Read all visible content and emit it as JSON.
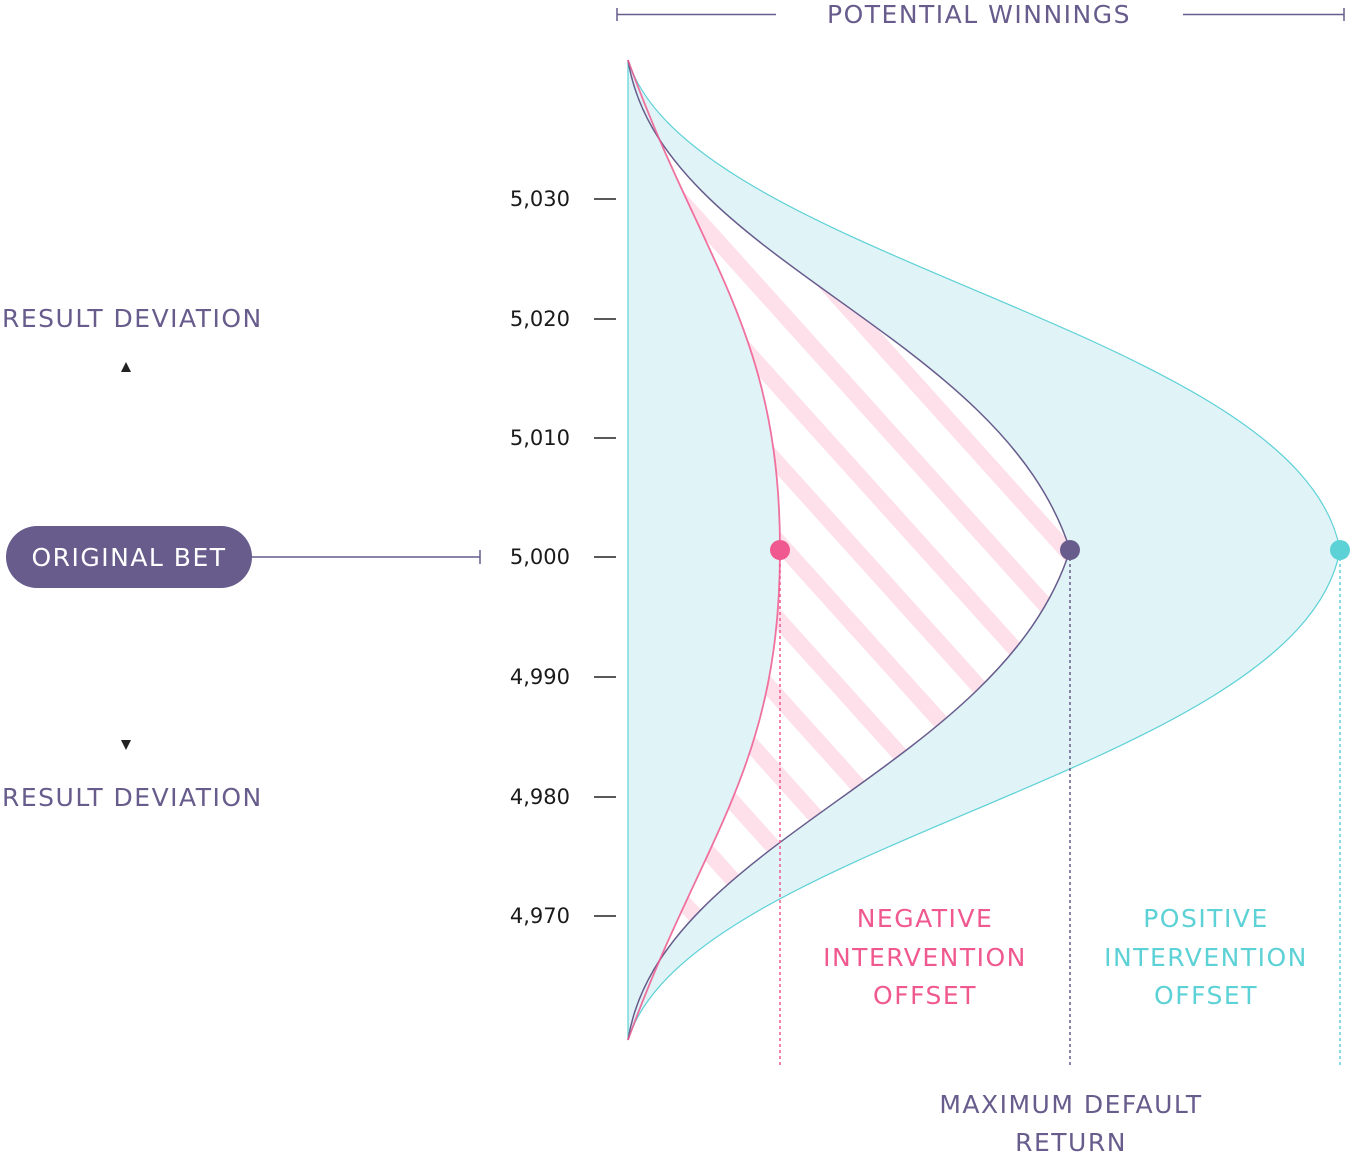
{
  "header": {
    "title": "POTENTIAL WINNINGS"
  },
  "left_panel": {
    "upper_label": "RESULT DEVIATION",
    "lower_label": "RESULT DEVIATION",
    "pill_label": "ORIGINAL BET"
  },
  "axis": {
    "ticks": [
      "5,030",
      "5,020",
      "5,010",
      "5,000",
      "4,990",
      "4,980",
      "4,970"
    ]
  },
  "labels": {
    "negative": [
      "NEGATIVE",
      "INTERVENTION",
      "OFFSET"
    ],
    "positive": [
      "POSITIVE",
      "INTERVENTION",
      "OFFSET"
    ],
    "bottom": [
      "MAXIMUM DEFAULT",
      "RETURN"
    ]
  },
  "colors": {
    "purple": "#675c8c",
    "pink": "#f0598f",
    "pink_hatch": "#fde0ea",
    "teal": "#5cd1d6",
    "teal_fill": "#e0f4f7"
  }
}
